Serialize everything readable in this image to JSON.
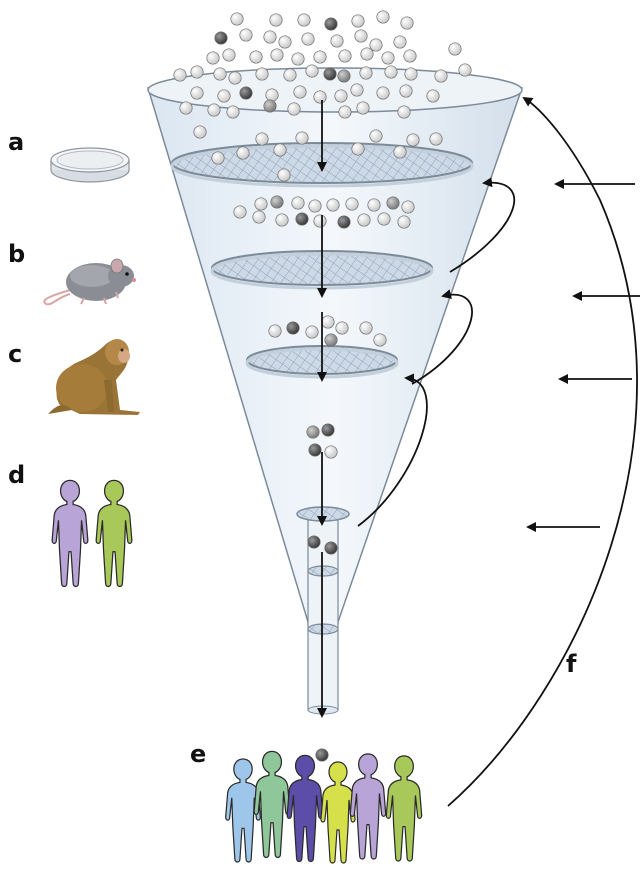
{
  "labels": {
    "a": "a",
    "b": "b",
    "c": "c",
    "d": "d",
    "e": "e",
    "f": "f"
  },
  "stages": [
    {
      "letter": "a",
      "icon": "petri-dish-icon"
    },
    {
      "letter": "b",
      "icon": "mouse-icon"
    },
    {
      "letter": "c",
      "icon": "monkey-icon"
    },
    {
      "letter": "d",
      "icon": "two-humans-icon"
    },
    {
      "letter": "e",
      "icon": "human-population-icon"
    }
  ],
  "colors": {
    "funnel_fill": "#e9f0f7",
    "funnel_stroke": "#7c8b99",
    "filter_mesh": "#8fa3b8",
    "ball_light": "#e6e6e6",
    "ball_mid": "#9a9a9a",
    "ball_dark": "#555555",
    "arrow": "#111111",
    "human_purple": "#b8a4d6",
    "human_green": "#a9c85a",
    "human_blue": "#9ec6ea",
    "human_teal": "#8fc79b",
    "human_indigo": "#5c4ea8",
    "human_yellow": "#d6e04a"
  }
}
